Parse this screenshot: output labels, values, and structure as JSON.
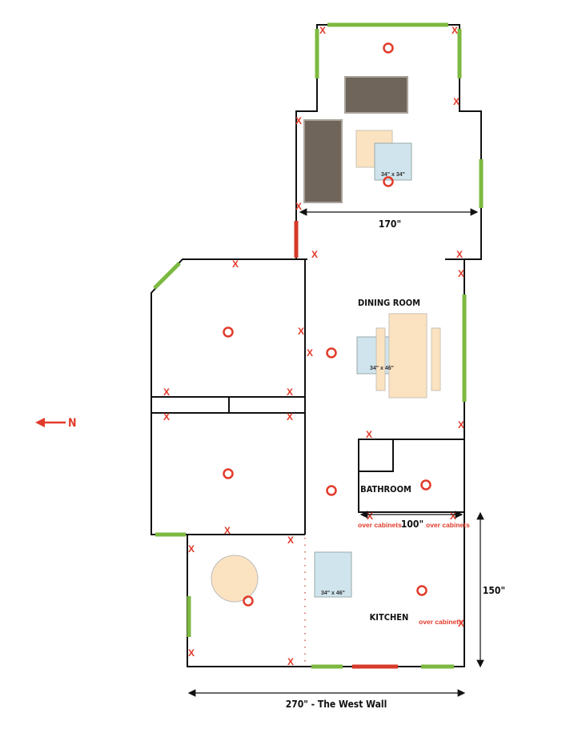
{
  "colors": {
    "wall": "#111111",
    "window": "#7cb940",
    "door": "#d73a28",
    "marker": "#e23a2a",
    "table": "#fbe3c1",
    "rug": "#cfe4ec",
    "sofa": "#6f655b"
  },
  "compass": {
    "label": "N",
    "icon": "arrow-left-icon"
  },
  "rooms": {
    "dining": "DINING ROOM",
    "bathroom": "BATHROOM",
    "kitchen": "KITCHEN"
  },
  "rugs": {
    "living": "34\" x 34\"",
    "dining": "34\" x 46\"",
    "kitchen": "34\" x 46\""
  },
  "notes": {
    "over_cabinets_left": "over cabinets",
    "over_cabinets_right": "over cabinets",
    "over_cabinets_kitchen": "over cabinets"
  },
  "dimensions": {
    "living_width": "170\"",
    "bathroom_width": "100\"",
    "kitchen_height": "150\"",
    "west_wall": "270\"  -  The West Wall"
  },
  "markers": {
    "outlet_symbol": "X",
    "light_symbol": "ring"
  }
}
